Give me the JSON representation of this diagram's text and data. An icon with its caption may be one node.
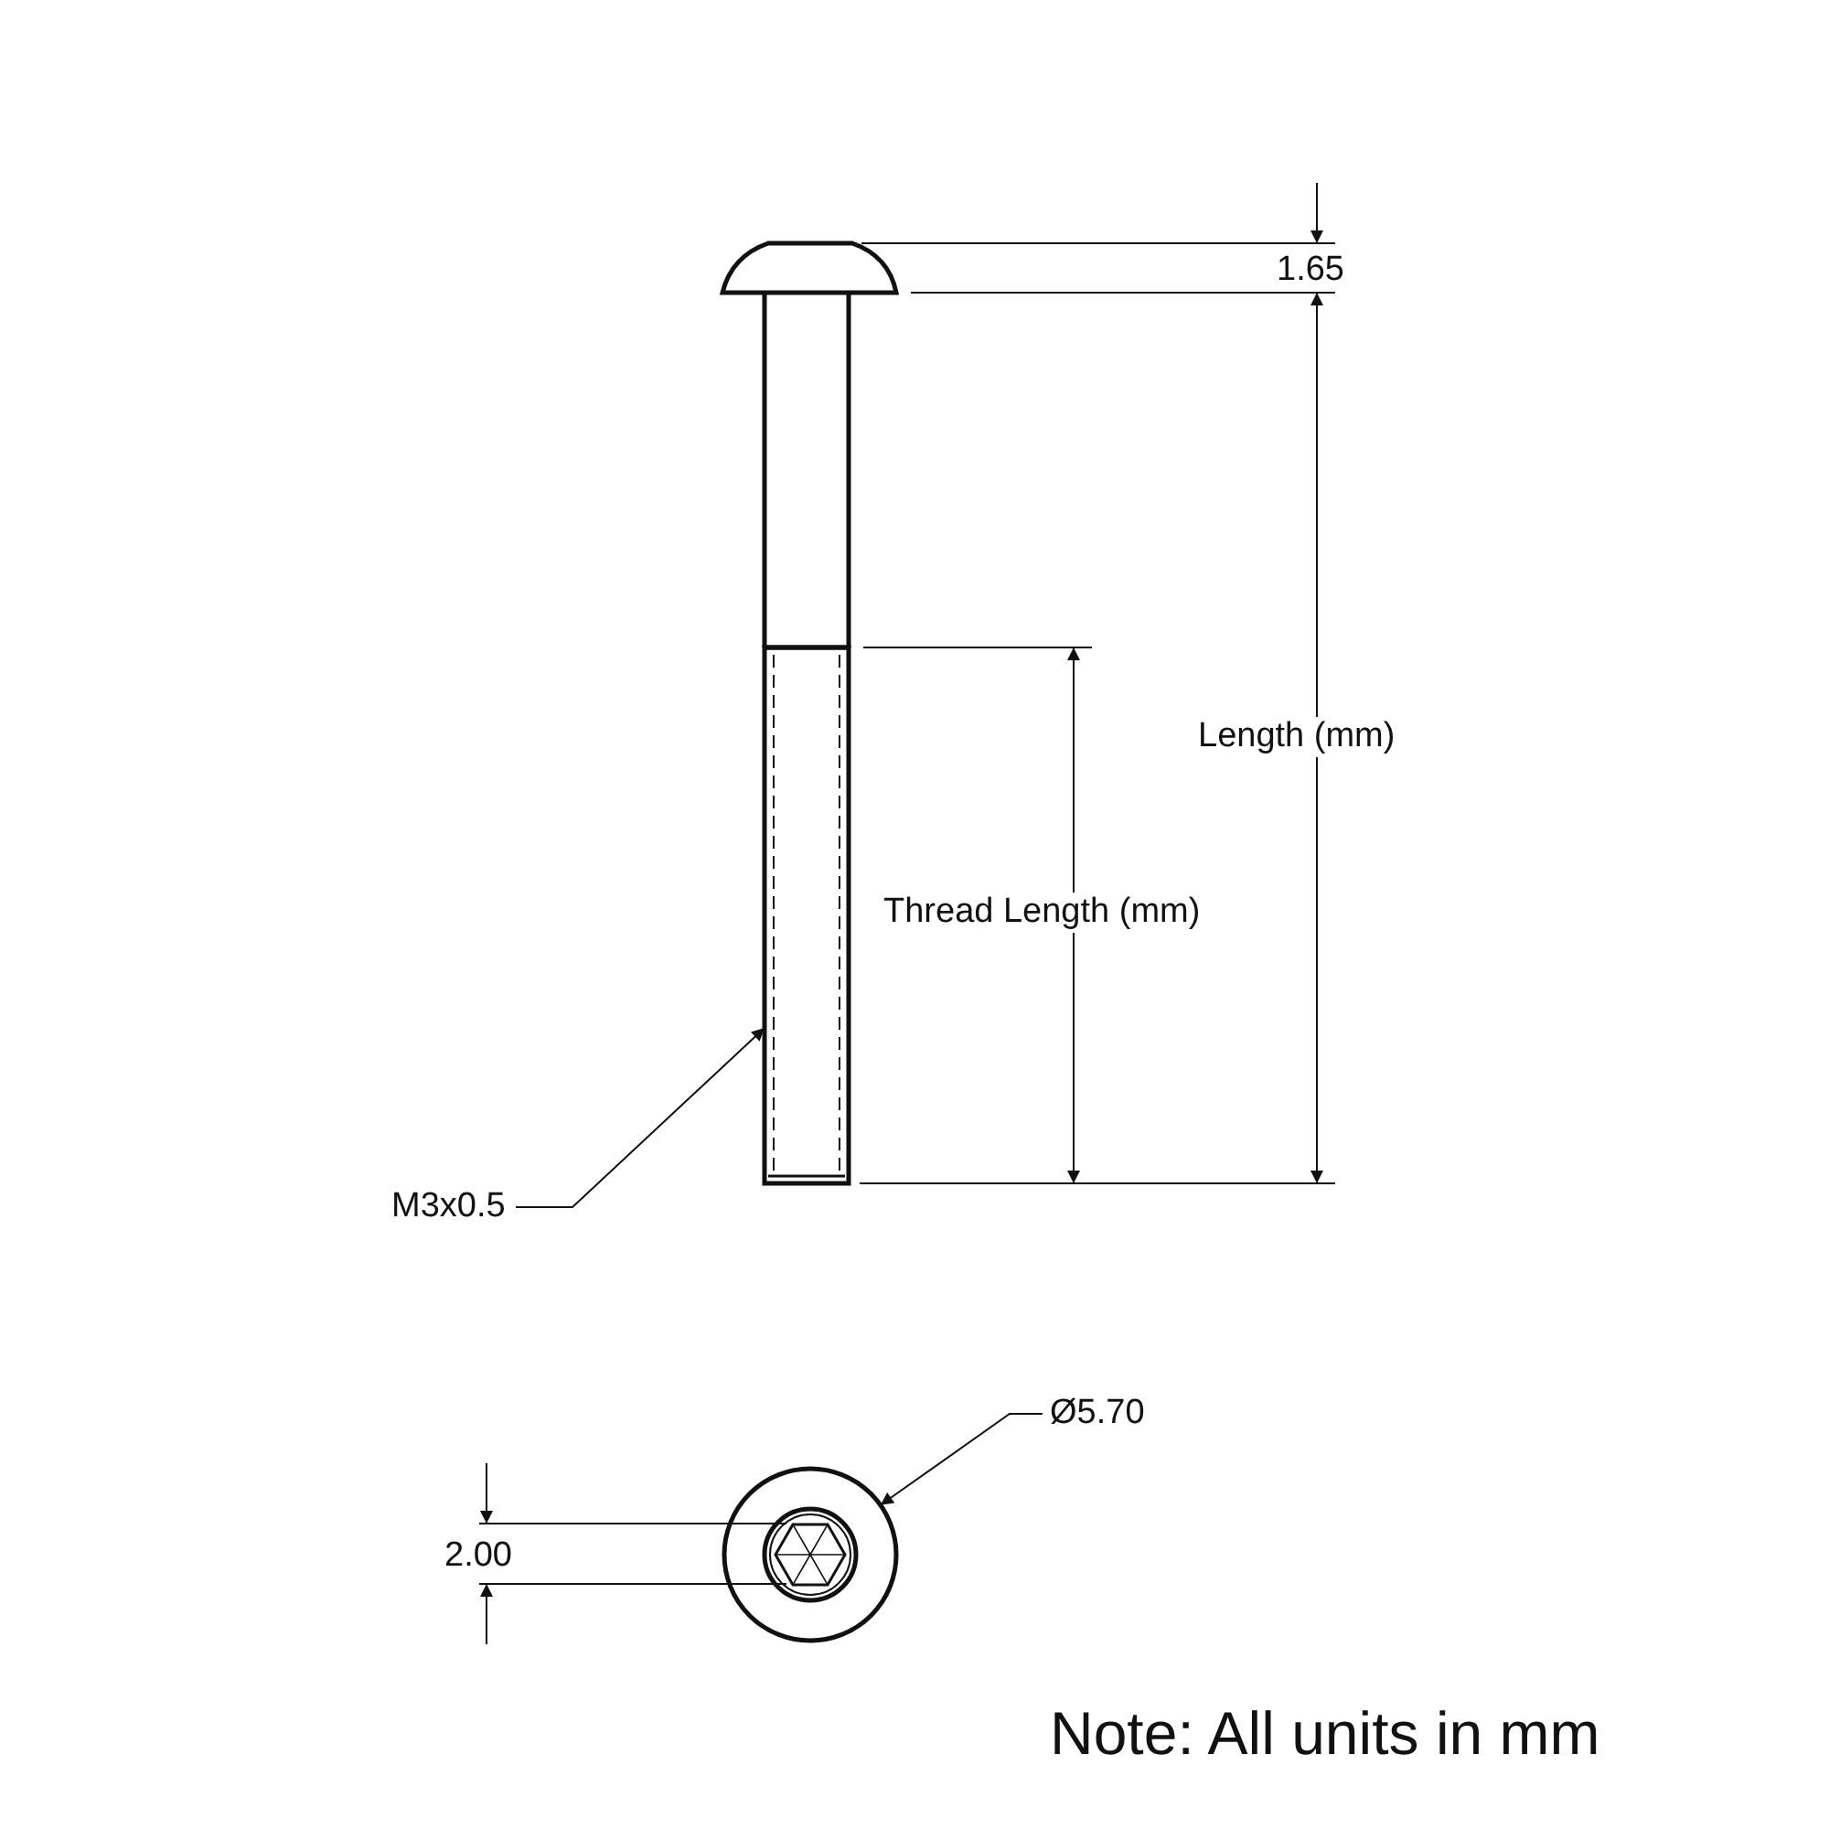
{
  "diagram": {
    "nodes": [
      {
        "text": [
          "M3x0.5"
        ]
      },
      {
        "text": [],
        "shape": "bar"
      },
      {
        "text": [
          "Ø5.70"
        ]
      },
      {
        "text": [],
        "shape": "circle"
      }
    ],
    "edges": [
      {
        "from": 0,
        "to": 1,
        "arrow": "to"
      },
      {
        "from": 2,
        "to": 3,
        "arrow": "to"
      }
    ],
    "labels": [
      "1.65",
      "Length (mm)",
      "Thread Length (mm)",
      "2.00",
      "Note: All units in mm"
    ]
  }
}
